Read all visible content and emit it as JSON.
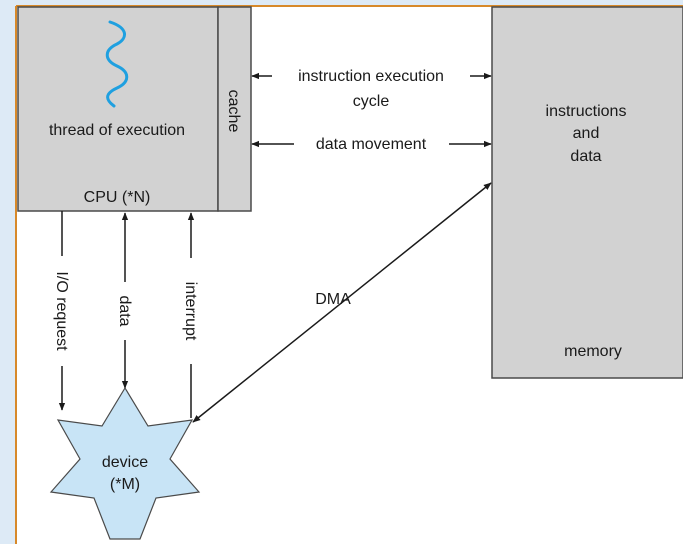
{
  "colors": {
    "background": "#ffffff",
    "frame_outer": "#ddeaf6",
    "frame_border": "#d7892a",
    "box_fill": "#d2d2d2",
    "box_stroke": "#4a4a4a",
    "thread_wave": "#1fa0e0",
    "device_fill": "#c8e4f6",
    "arrow": "#1a1a1a"
  },
  "cpu": {
    "label": "CPU (*N)",
    "thread_label": "thread of execution",
    "cache_label": "cache",
    "thread_icon": "wavy-thread-icon"
  },
  "memory": {
    "content_line1": "instructions",
    "content_line2": "and",
    "content_line3": "data",
    "label": "memory"
  },
  "connections": {
    "instruction_cycle_line1": "instruction execution",
    "instruction_cycle_line2": "cycle",
    "data_movement": "data movement",
    "dma": "DMA",
    "io_request": "I/O request",
    "data": "data",
    "interrupt": "interrupt"
  },
  "device": {
    "line1": "device",
    "line2": "(*M)",
    "shape": "seven-point-star-icon"
  }
}
